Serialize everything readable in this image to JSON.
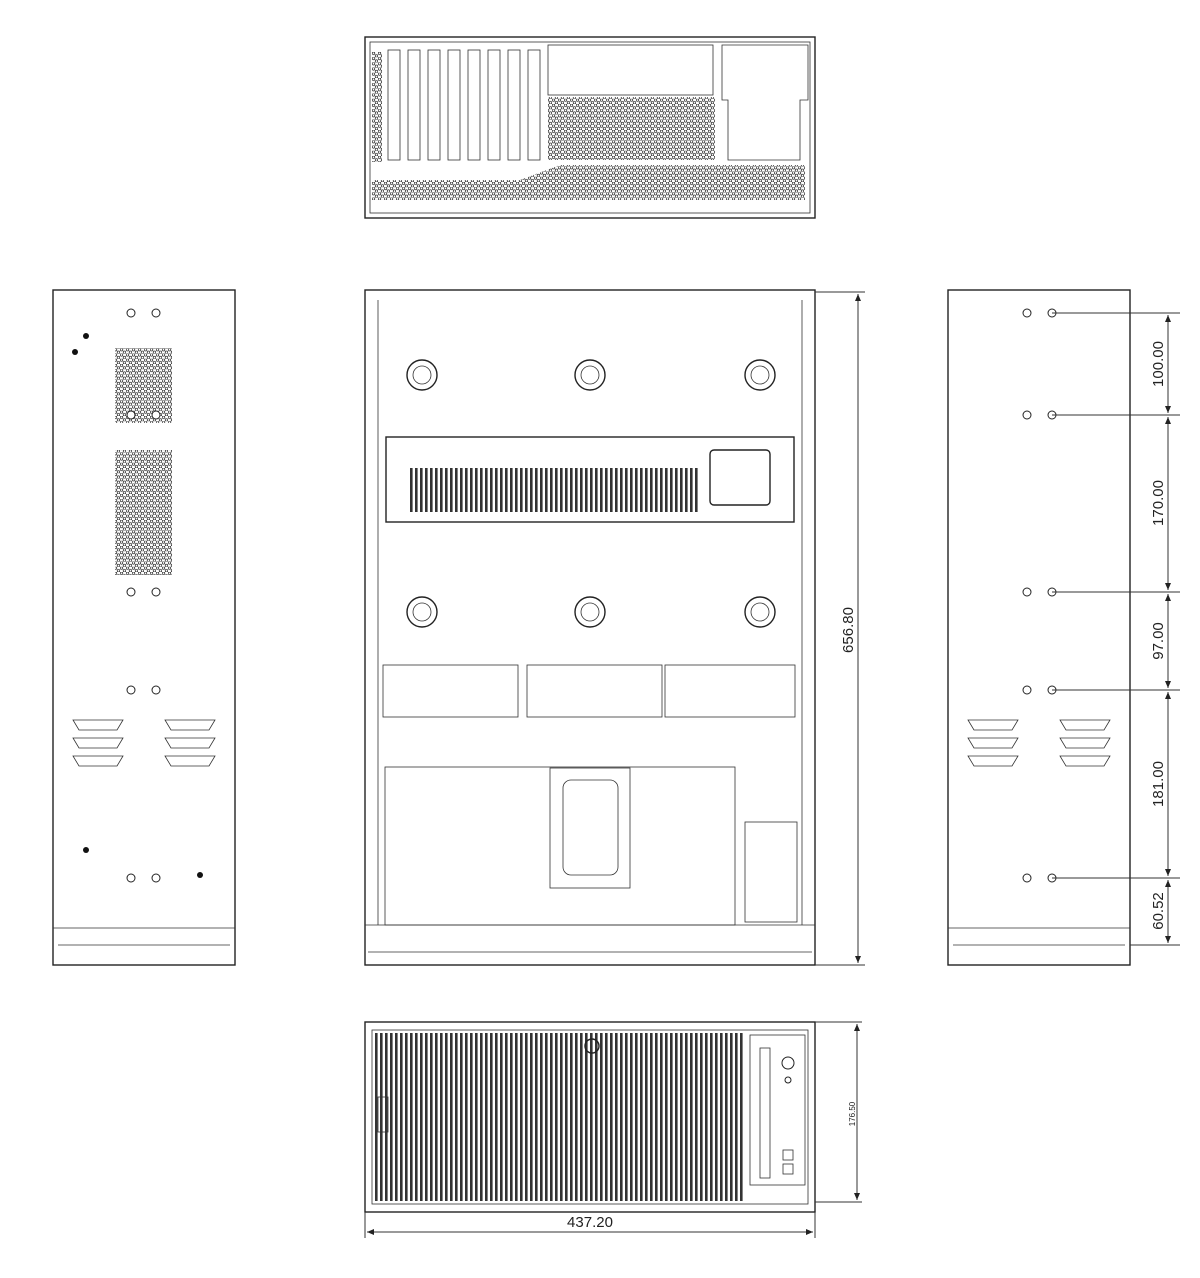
{
  "dimensions": {
    "depth": "656.80",
    "width": "437.20",
    "height": "176.50",
    "side_spacing": [
      "100.00",
      "170.00",
      "97.00",
      "181.00",
      "60.52"
    ]
  }
}
